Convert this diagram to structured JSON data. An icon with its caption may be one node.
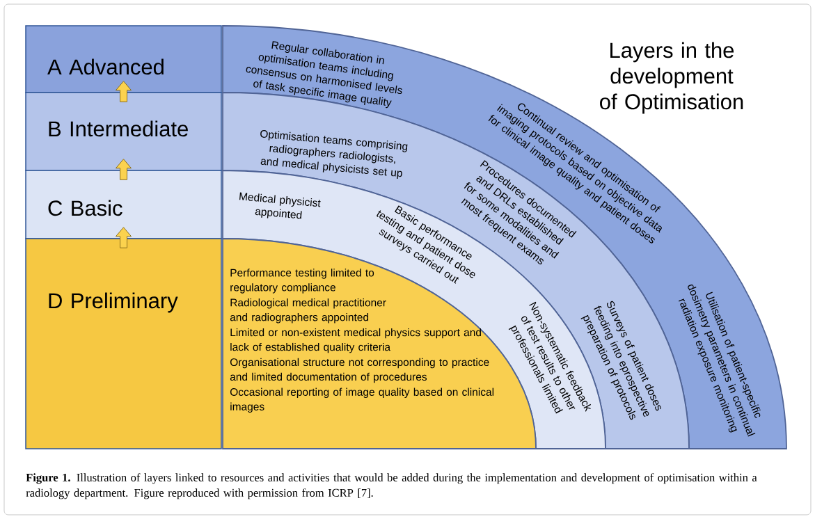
{
  "diagram": {
    "title": "Layers in the development of Optimisation",
    "caption": "**Figure 1.** Illustration of layers linked to resources and activities that would be added during the implementation and development of optimisation within a radiology department. Figure reproduced with permission from ICRP [7].",
    "nodes": [
      {
        "text": [
          "A Advanced"
        ]
      },
      {
        "text": [
          "B Intermediate"
        ]
      },
      {
        "text": [
          "C Basic"
        ]
      },
      {
        "text": [
          "D Preliminary"
        ]
      },
      {
        "text": [
          "Regular collaboration in optimisation teams including consensus on harmonised levels of task specific image quality",
          "Continual review and optimisation of imaging protocols based on objective data for clinical image quality and patient doses",
          "Utilisation of patient-specific dosimetry parameters in continual radiation exposure monitoring"
        ]
      },
      {
        "text": [
          "Optimisation teams comprising radiographers radiologists, and medical physicists set up",
          "Procedures documented and DRLs established for some modalities and most frequent exams",
          "Surveys of patient doses feeding into eprospective preparation of protocols"
        ]
      },
      {
        "text": [
          "Medical physicist appointed",
          "Basic performance testing and patient dose surveys carried out",
          "Non-systematic feedback of test results to other professionals limited"
        ]
      },
      {
        "text": [
          "Performance testing limited to regulatory compliance",
          "Radiological medical practitioner and radiographers appointed",
          "Limited or non-existent medical physics support and lack of established quality criteria",
          "Organisational structure not corresponding to practice and limited documentation of procedures",
          "Occasional reporting of image quality based on clinical images"
        ]
      }
    ],
    "edges": [
      {
        "from": 3,
        "to": 2,
        "arrow": "to"
      },
      {
        "from": 2,
        "to": 1,
        "arrow": "to"
      },
      {
        "from": 1,
        "to": 0,
        "arrow": "to"
      }
    ]
  }
}
